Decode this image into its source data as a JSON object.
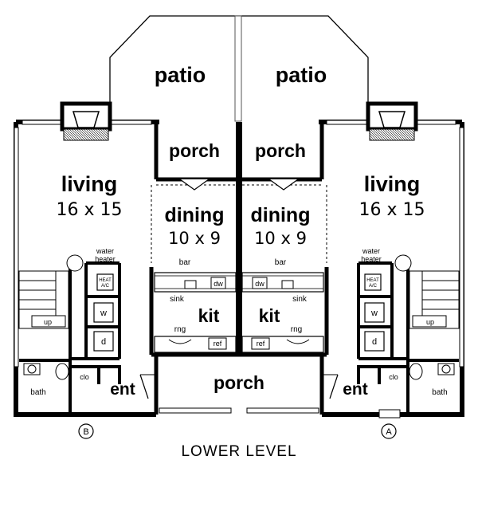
{
  "rooms": {
    "patio": "patio",
    "porch": "porch",
    "living": "living",
    "living_dim": "16 x 15",
    "dining": "dining",
    "dining_dim": "10 x 9",
    "kit": "kit",
    "ent": "ent",
    "bath": "bath",
    "clo": "clo",
    "up": "up",
    "w": "w",
    "d": "d",
    "bar": "bar",
    "sink": "sink",
    "dw": "dw",
    "rng": "rng",
    "ref": "ref",
    "water_heater_line1": "water",
    "water_heater_line2": "heater",
    "hvac_line1": "HEAT",
    "hvac_line2": "A/C"
  },
  "units": {
    "left_marker": "B",
    "right_marker": "A"
  },
  "caption": "LOWER LEVEL"
}
